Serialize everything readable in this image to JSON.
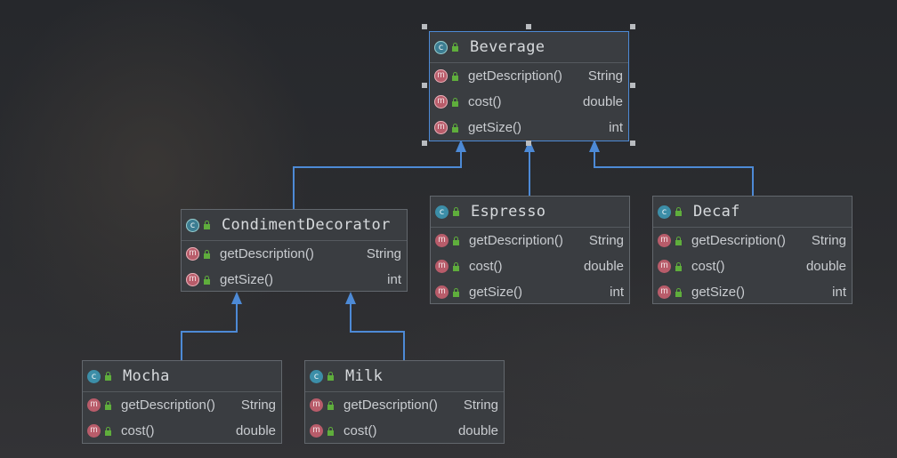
{
  "classes": [
    {
      "name": "Beverage",
      "icon": "abstract-class-icon",
      "selected": true,
      "methods": [
        {
          "name": "getDescription()",
          "type": "String"
        },
        {
          "name": "cost()",
          "type": "double"
        },
        {
          "name": "getSize()",
          "type": "int"
        }
      ]
    },
    {
      "name": "CondimentDecorator",
      "icon": "abstract-class-icon",
      "selected": false,
      "methods": [
        {
          "name": "getDescription()",
          "type": "String"
        },
        {
          "name": "getSize()",
          "type": "int"
        }
      ]
    },
    {
      "name": "Espresso",
      "icon": "class-icon",
      "selected": false,
      "methods": [
        {
          "name": "getDescription()",
          "type": "String"
        },
        {
          "name": "cost()",
          "type": "double"
        },
        {
          "name": "getSize()",
          "type": "int"
        }
      ]
    },
    {
      "name": "Decaf",
      "icon": "class-icon",
      "selected": false,
      "methods": [
        {
          "name": "getDescription()",
          "type": "String"
        },
        {
          "name": "cost()",
          "type": "double"
        },
        {
          "name": "getSize()",
          "type": "int"
        }
      ]
    },
    {
      "name": "Mocha",
      "icon": "class-icon",
      "selected": false,
      "methods": [
        {
          "name": "getDescription()",
          "type": "String"
        },
        {
          "name": "cost()",
          "type": "double"
        }
      ]
    },
    {
      "name": "Milk",
      "icon": "class-icon",
      "selected": false,
      "methods": [
        {
          "name": "getDescription()",
          "type": "String"
        },
        {
          "name": "cost()",
          "type": "double"
        }
      ]
    }
  ],
  "relations": [
    {
      "child": "CondimentDecorator",
      "parent": "Beverage",
      "kind": "extends"
    },
    {
      "child": "Espresso",
      "parent": "Beverage",
      "kind": "extends"
    },
    {
      "child": "Decaf",
      "parent": "Beverage",
      "kind": "extends"
    },
    {
      "child": "Mocha",
      "parent": "CondimentDecorator",
      "kind": "extends"
    },
    {
      "child": "Milk",
      "parent": "CondimentDecorator",
      "kind": "extends"
    }
  ],
  "colors": {
    "inheritance_line": "#4d8ad6",
    "class_icon": "#3c8ea8",
    "method_icon": "#b85c6a",
    "access_lock": "#5fae3c"
  }
}
